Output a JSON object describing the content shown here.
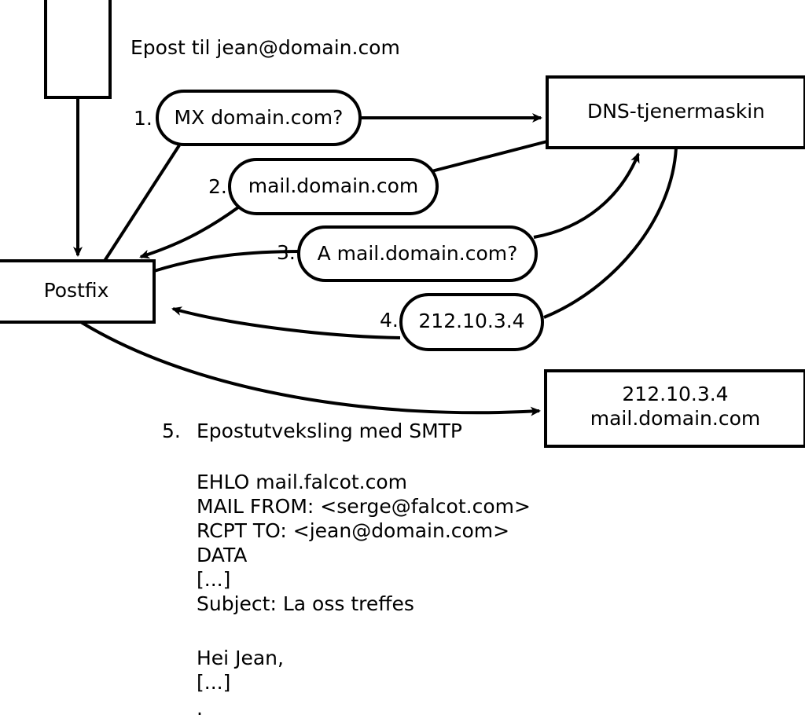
{
  "diagram": {
    "caption": "Epost til jean@domain.com",
    "nodes": {
      "client": {
        "label": ""
      },
      "postfix": {
        "label": "Postfix"
      },
      "dns_server": {
        "label": "DNS-tjenermaskin"
      },
      "mail_server": {
        "line1": "212.10.3.4",
        "line2": "mail.domain.com"
      }
    },
    "steps": [
      {
        "num": "1.",
        "label": "MX domain.com?"
      },
      {
        "num": "2.",
        "label": "mail.domain.com"
      },
      {
        "num": "3.",
        "label": "A mail.domain.com?"
      },
      {
        "num": "4.",
        "label": "212.10.3.4"
      }
    ],
    "step5": {
      "num": "5.",
      "label": "Epostutveksling med SMTP"
    },
    "smtp_transcript": [
      "EHLO mail.falcot.com",
      "MAIL FROM: <serge@falcot.com>",
      "RCPT TO: <jean@domain.com>",
      "DATA",
      "[...]",
      "Subject: La oss treffes",
      "",
      "Hei Jean,",
      "[...]",
      "."
    ],
    "colors": {
      "stroke": "#000000",
      "fill": "#ffffff",
      "text": "#000000"
    }
  }
}
